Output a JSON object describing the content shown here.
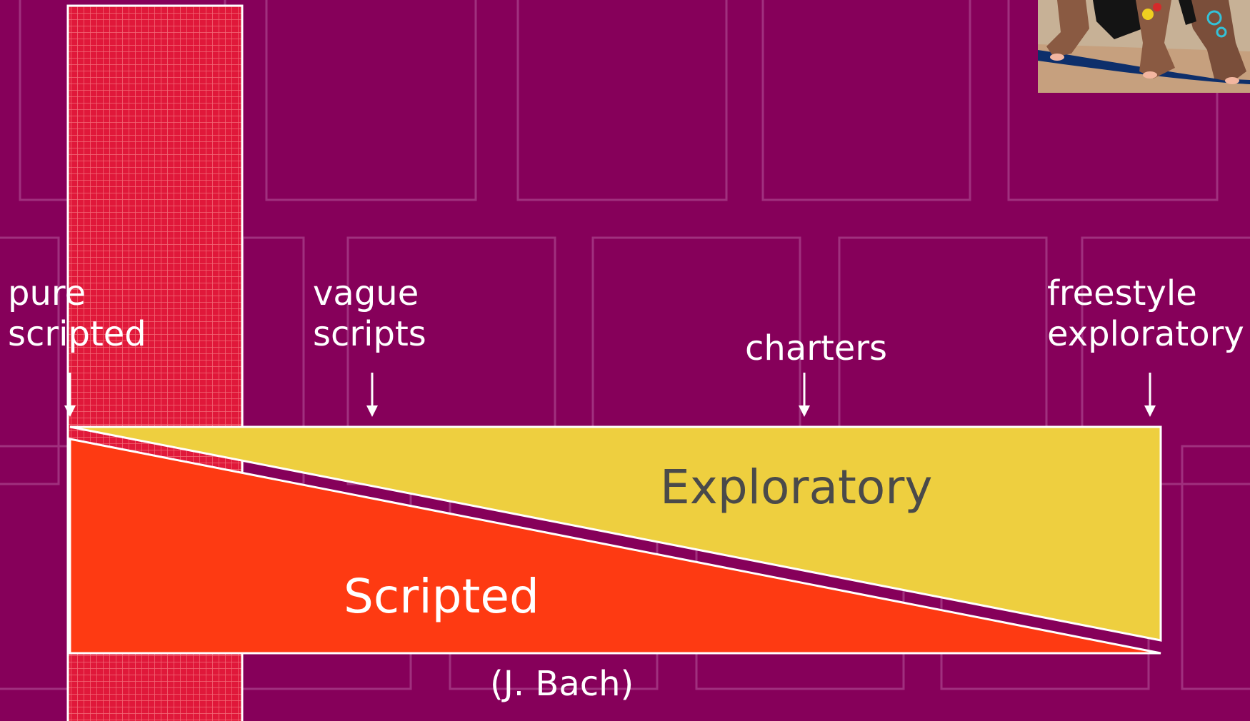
{
  "markers": [
    {
      "id": "pure-scripted",
      "lines": [
        "pure",
        "scripted"
      ]
    },
    {
      "id": "vague-scripts",
      "lines": [
        "vague",
        "scripts"
      ]
    },
    {
      "id": "charters",
      "lines": [
        "charters"
      ]
    },
    {
      "id": "freestyle-exploratory",
      "lines": [
        "freestyle",
        "exploratory"
      ]
    }
  ],
  "regions": {
    "exploratory": "Exploratory",
    "scripted": "Scripted"
  },
  "credit": "(J. Bach)",
  "colors": {
    "background": "#86005a",
    "tile_outline": "#a0307e",
    "grid_column": "#e0183a",
    "exploratory_fill": "#eecf3f",
    "scripted_fill": "#fe3a12",
    "exploratory_text": "#4a4a4a",
    "scripted_text": "#ffffff"
  }
}
